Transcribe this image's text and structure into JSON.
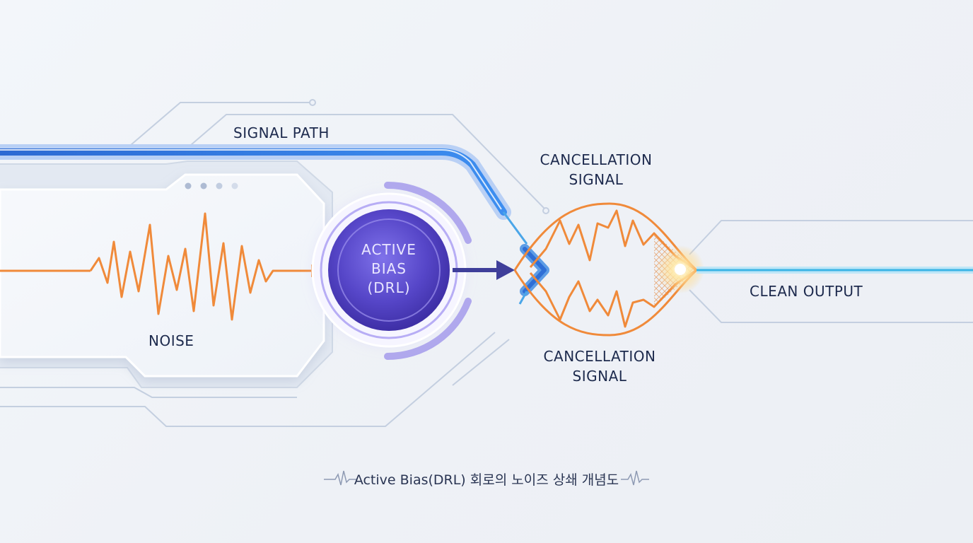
{
  "diagram": {
    "path_label": "SIGNAL PATH",
    "noise_label": "NOISE",
    "node": {
      "line1": "ACTIVE",
      "line2": "BIAS",
      "line3": "(DRL)"
    },
    "cancel_top": {
      "line1": "CANCELLATION",
      "line2": "SIGNAL"
    },
    "cancel_bottom": {
      "line1": "CANCELLATION",
      "line2": "SIGNAL"
    },
    "output_label": "CLEAN OUTPUT"
  },
  "caption": "Active Bias(DRL) 회로의 노이즈 상쇄 개념도",
  "colors": {
    "signal_blue": "#2f6fd6",
    "output_cyan": "#3ab4e6",
    "noise_orange": "#f08a3a",
    "node_purple": "#5b4fd0",
    "arrow_indigo": "#3f3f9a",
    "text_navy": "#1d2a4d"
  }
}
